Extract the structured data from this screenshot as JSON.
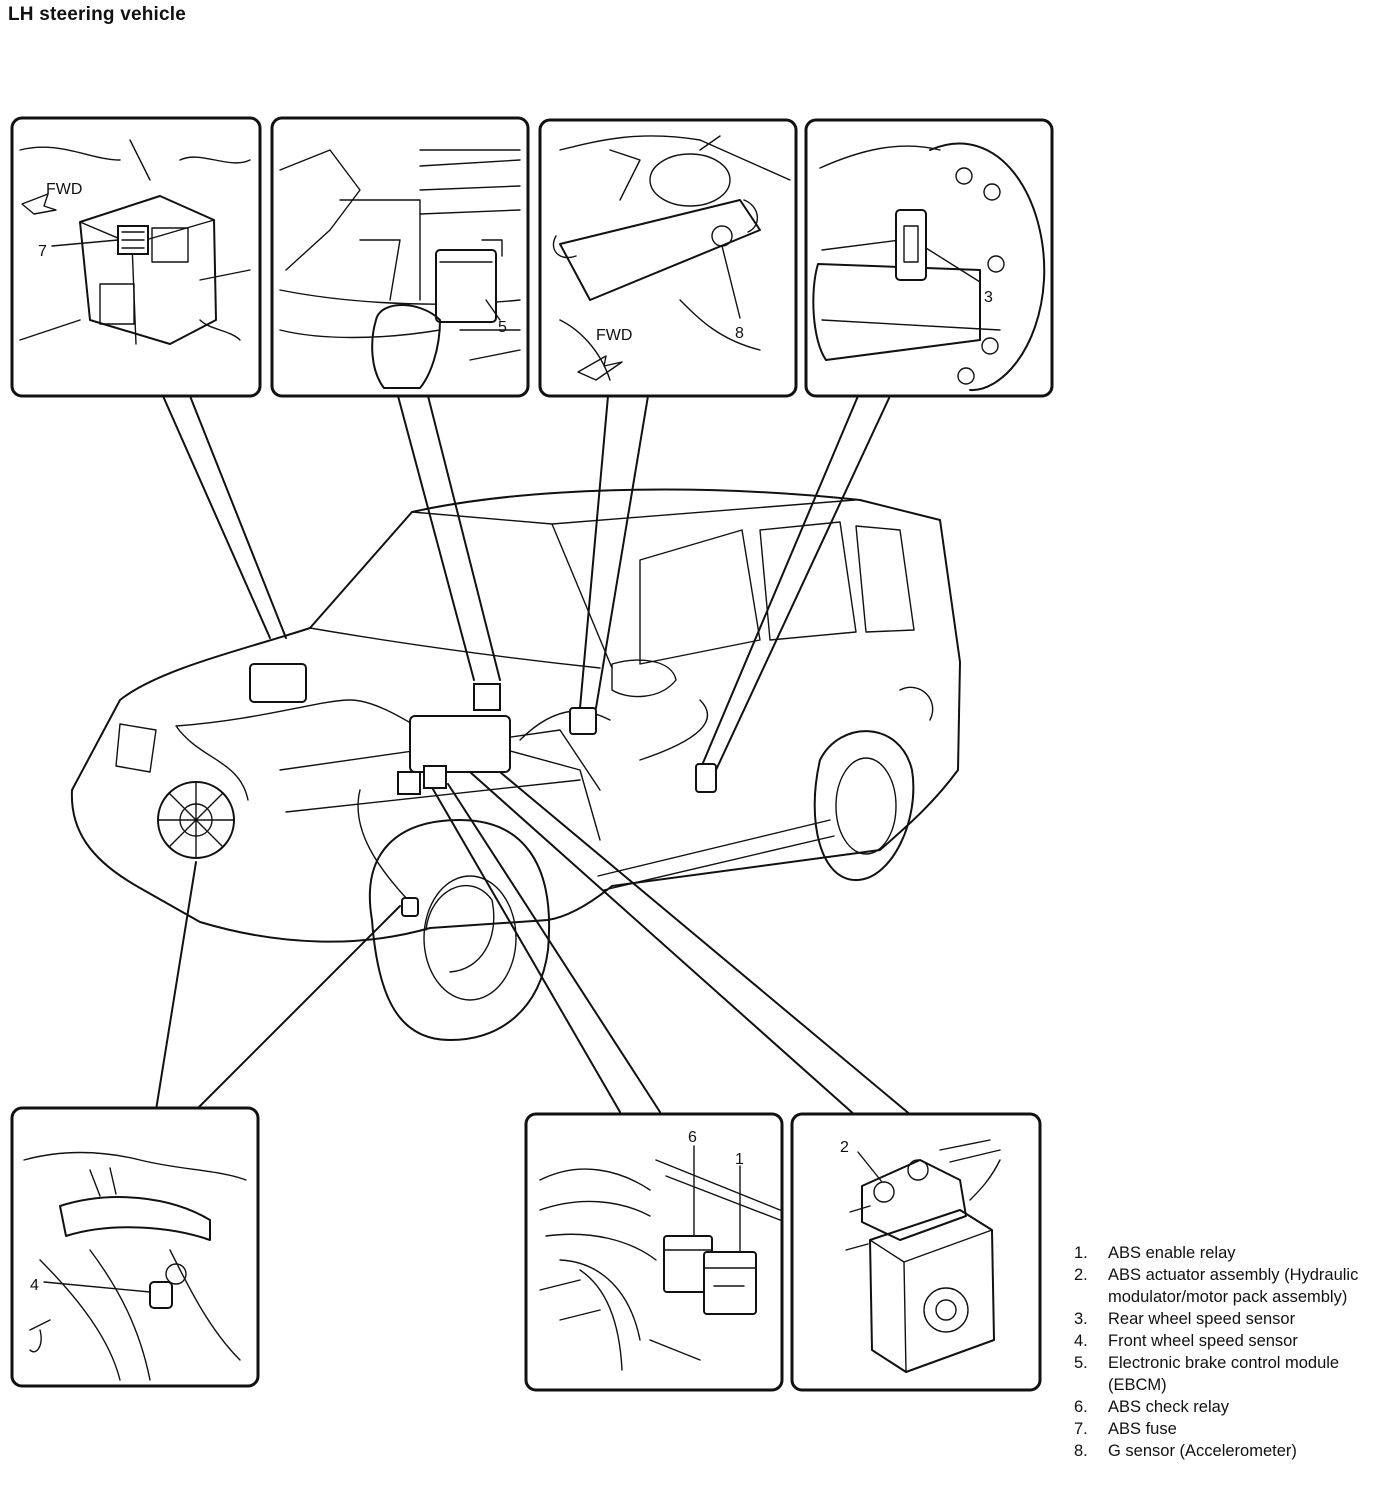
{
  "page": {
    "title": "LH steering vehicle"
  },
  "callouts": {
    "fwd": "FWD",
    "n1": "1",
    "n2": "2",
    "n3": "3",
    "n4": "4",
    "n5": "5",
    "n6": "6",
    "n7": "7",
    "n8": "8"
  },
  "legend": [
    {
      "num": "1.",
      "text": "ABS enable relay"
    },
    {
      "num": "2.",
      "text": "ABS actuator assembly (Hydraulic modulator/motor pack assembly)"
    },
    {
      "num": "3.",
      "text": "Rear wheel speed sensor"
    },
    {
      "num": "4.",
      "text": "Front wheel speed sensor"
    },
    {
      "num": "5.",
      "text": "Electronic brake control module (EBCM)"
    },
    {
      "num": "6.",
      "text": "ABS check relay"
    },
    {
      "num": "7.",
      "text": "ABS fuse"
    },
    {
      "num": "8.",
      "text": "G sensor (Accelerometer)"
    }
  ]
}
